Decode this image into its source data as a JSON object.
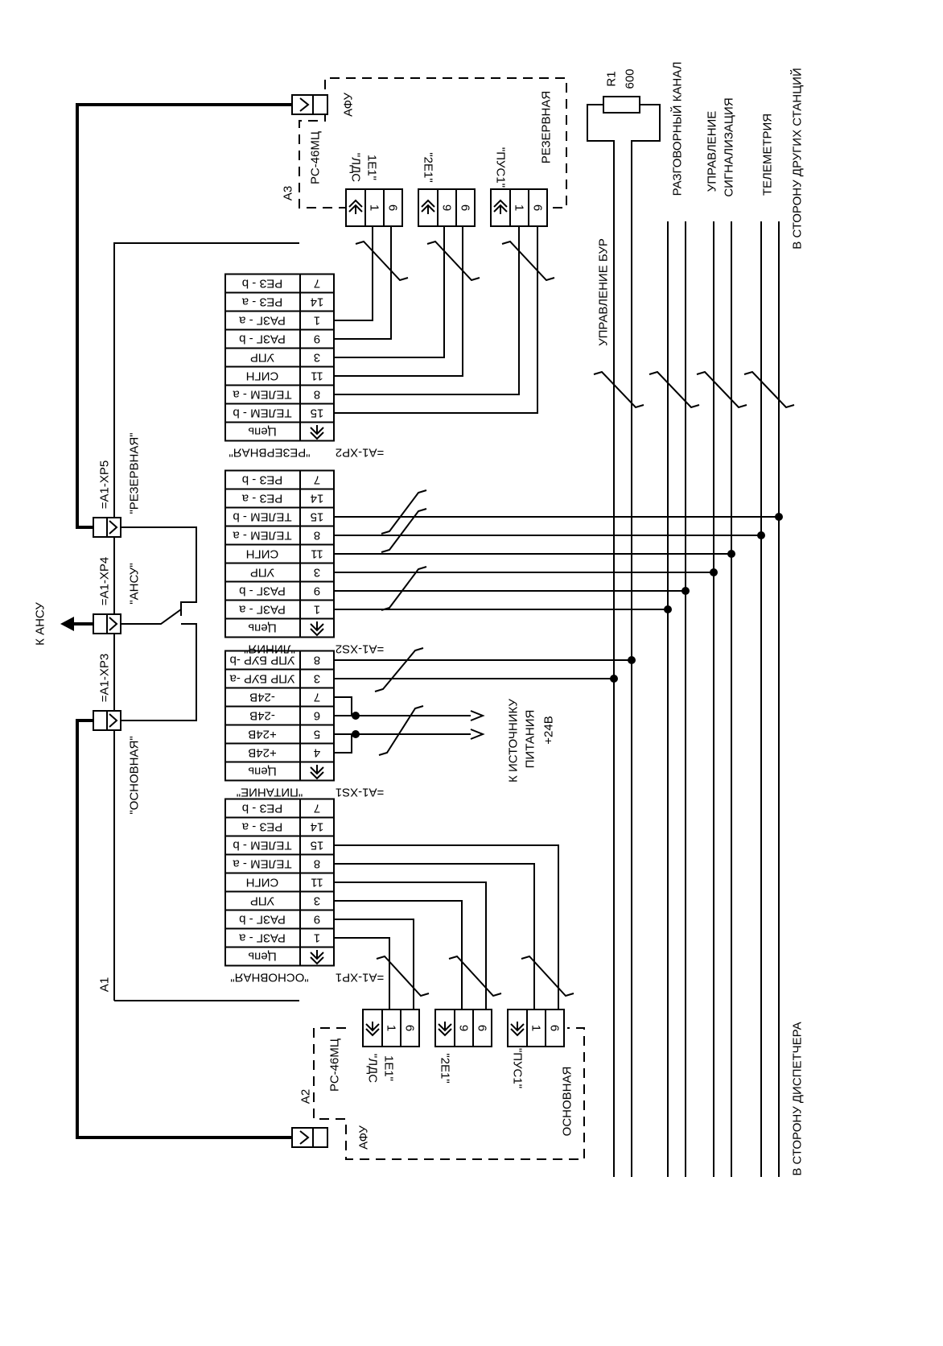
{
  "labels": {
    "k_ansu": "К АНСУ",
    "xp3": "=А1-ХР3",
    "xp4": "=А1-ХР4",
    "xp5": "=А1-ХР5",
    "osnovnaya_q": "\"ОСНОВНАЯ\"",
    "ansu_q": "\"АНСУ\"",
    "rezervnaya_q": "\"РЕЗЕРВНАЯ\"",
    "a1": "А1",
    "a2": "А2",
    "a3": "А3",
    "afu": "АФУ",
    "rs46": "РС-46МЦ",
    "osnovnaya": "ОСНОВНАЯ",
    "rezervnaya": "РЕЗЕРВНАЯ",
    "r1": "R1",
    "r1_val": "600",
    "upr_bur": "УПРАВЛЕНИЕ БУР",
    "razg_kanal": "РАЗГОВОРНЫЙ КАНАЛ",
    "upravlenie": "УПРАВЛЕНИЕ",
    "signalizaciya": "СИГНАЛИЗАЦИЯ",
    "telemetriya": "ТЕЛЕМЕТРИЯ",
    "side_stations": "В СТОРОНУ ДРУГИХ СТАНЦИЙ",
    "side_dispatcher": "В СТОРОНУ ДИСПЕТЧЕРА",
    "k_istochniku": "К ИСТОЧНИКУ",
    "pitaniya": "ПИТАНИЯ",
    "v24": "+24В"
  },
  "connectors": [
    {
      "id": "xp1",
      "title": "\"ОСНОВНАЯ\"",
      "ref": "=А1-ХР1",
      "head": "Цепь",
      "rows": [
        {
          "pin": "1",
          "name": "РАЗГ - а"
        },
        {
          "pin": "9",
          "name": "РАЗГ - b"
        },
        {
          "pin": "3",
          "name": "УПР"
        },
        {
          "pin": "11",
          "name": "СИГН"
        },
        {
          "pin": "8",
          "name": "ТЕЛЕМ - а"
        },
        {
          "pin": "15",
          "name": "ТЕЛЕМ - b"
        },
        {
          "pin": "14",
          "name": "РЕЗ - а"
        },
        {
          "pin": "7",
          "name": "РЕЗ - b"
        }
      ]
    },
    {
      "id": "xs1",
      "title": "\"ПИТАНИЕ\"",
      "ref": "=А1-XS1",
      "head": "Цепь",
      "rows": [
        {
          "pin": "4",
          "name": "+24В"
        },
        {
          "pin": "5",
          "name": "+24В"
        },
        {
          "pin": "6",
          "name": "-24В"
        },
        {
          "pin": "7",
          "name": "-24В"
        },
        {
          "pin": "3",
          "name": "УПР БУР -а"
        },
        {
          "pin": "8",
          "name": "УПР БУР -b"
        }
      ]
    },
    {
      "id": "xs2",
      "title": "\"ЛИНИЯ\"",
      "ref": "=А1-XS2",
      "head": "Цепь",
      "rows": [
        {
          "pin": "1",
          "name": "РАЗГ - а"
        },
        {
          "pin": "9",
          "name": "РАЗГ - b"
        },
        {
          "pin": "3",
          "name": "УПР"
        },
        {
          "pin": "11",
          "name": "СИГН"
        },
        {
          "pin": "8",
          "name": "ТЕЛЕМ - а"
        },
        {
          "pin": "15",
          "name": "ТЕЛЕМ - b"
        },
        {
          "pin": "14",
          "name": "РЕЗ - а"
        },
        {
          "pin": "7",
          "name": "РЕЗ - b"
        }
      ]
    },
    {
      "id": "xp2",
      "title": "\"РЕЗЕРВНАЯ\"",
      "ref": "=А1-ХР2",
      "head": "Цепь",
      "rows": [
        {
          "pin": "15",
          "name": "ТЕЛЕМ - b"
        },
        {
          "pin": "8",
          "name": "ТЕЛЕМ - а"
        },
        {
          "pin": "11",
          "name": "СИГН"
        },
        {
          "pin": "3",
          "name": "УПР"
        },
        {
          "pin": "9",
          "name": "РАЗГ - b"
        },
        {
          "pin": "1",
          "name": "РАЗГ - а"
        },
        {
          "pin": "14",
          "name": "РЕЗ - а"
        },
        {
          "pin": "7",
          "name": "РЕЗ - b"
        }
      ]
    }
  ],
  "radio_ports_main": [
    {
      "name": "\"ЛДС",
      "name2": "1Е1\"",
      "pins": [
        "1",
        "6"
      ]
    },
    {
      "name": "\"2Е1\"",
      "name2": "",
      "pins": [
        "9",
        "6"
      ]
    },
    {
      "name": "\"ПУС1\"",
      "name2": "",
      "pins": [
        "1",
        "6"
      ]
    }
  ],
  "radio_ports_reserve": [
    {
      "name": "\"ЛДС",
      "name2": "1Е1\"",
      "pins": [
        "1",
        "6"
      ]
    },
    {
      "name": "\"2Е1\"",
      "name2": "",
      "pins": [
        "9",
        "6"
      ]
    },
    {
      "name": "\"ПУС1\"",
      "name2": "",
      "pins": [
        "1",
        "6"
      ]
    }
  ]
}
